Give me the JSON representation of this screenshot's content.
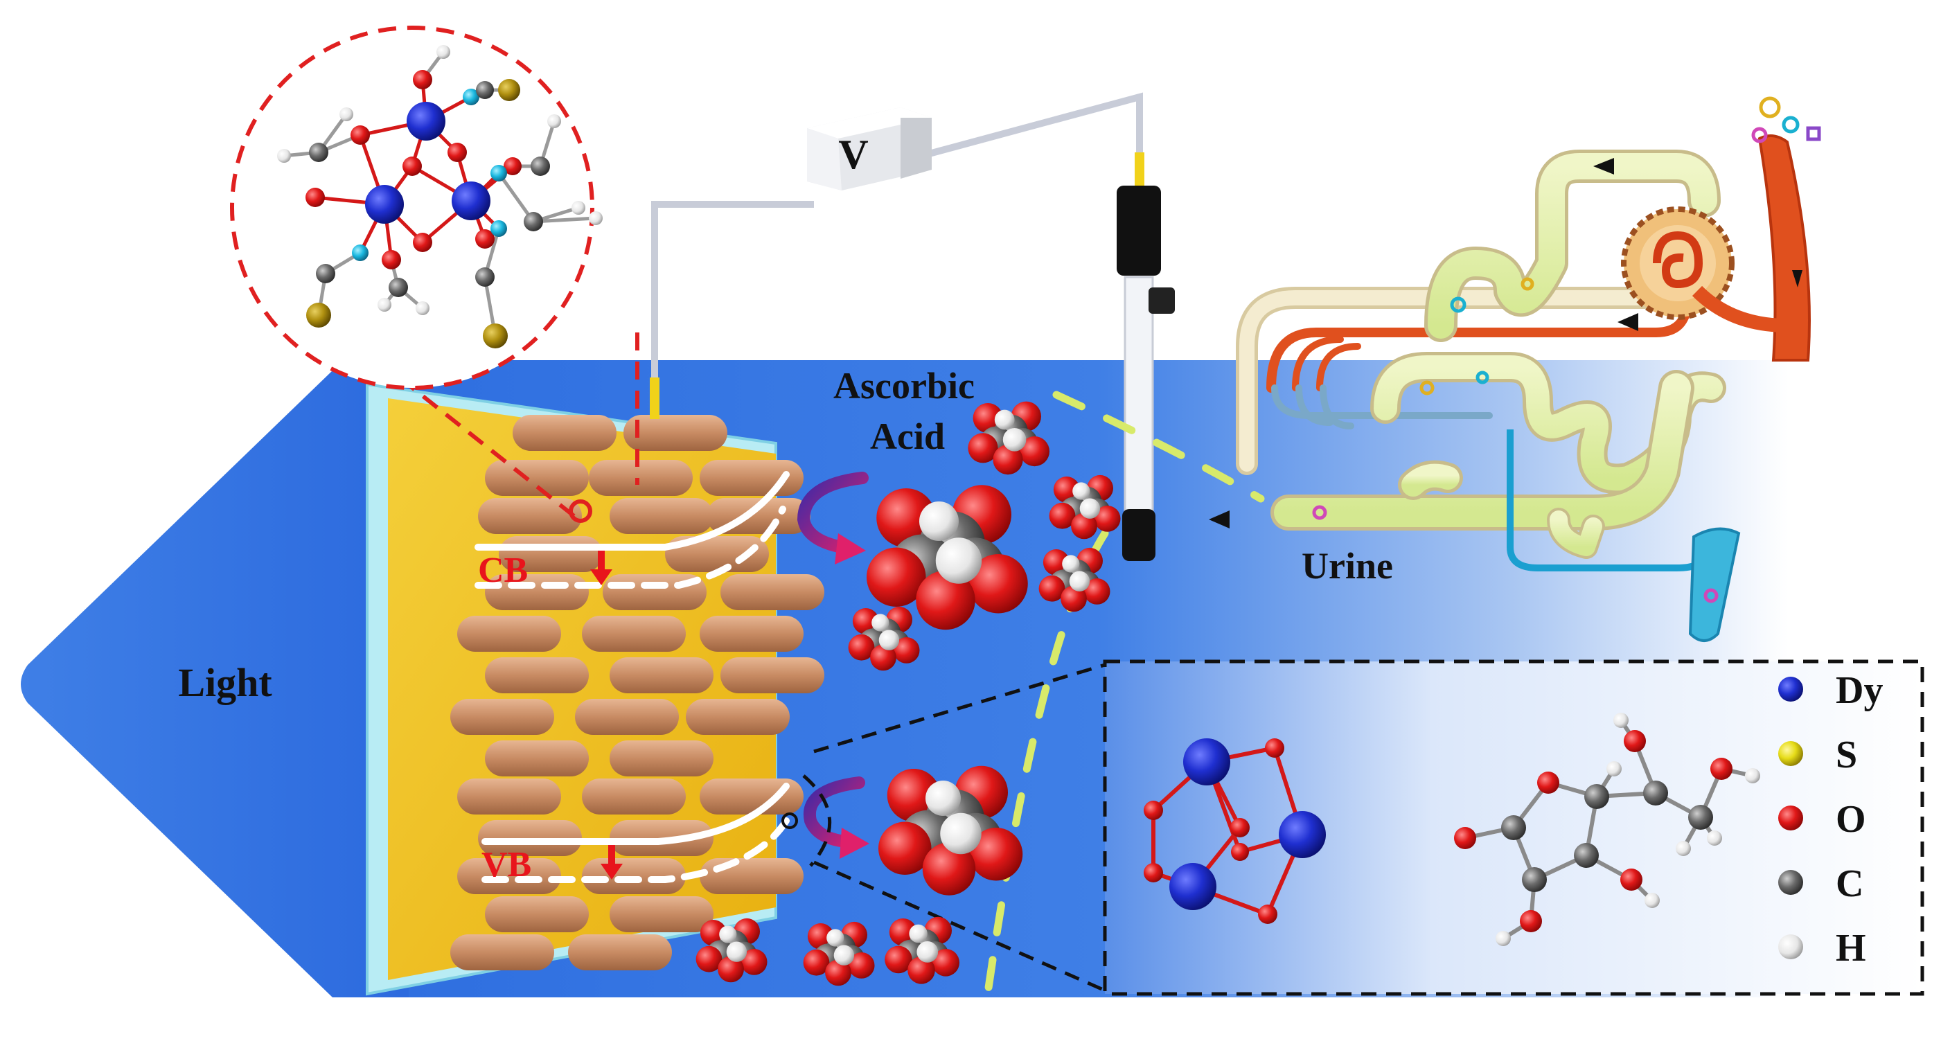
{
  "labels": {
    "light": "Light",
    "voltage": "V",
    "analyte_line1": "Ascorbic",
    "analyte_line2": "Acid",
    "urine": "Urine",
    "cb": "CB",
    "vb": "VB"
  },
  "legend": {
    "items": [
      {
        "symbol": "Dy",
        "color": "#1f2fb8"
      },
      {
        "symbol": "S",
        "color": "#e8e020"
      },
      {
        "symbol": "O",
        "color": "#d41818"
      },
      {
        "symbol": "C",
        "color": "#555555"
      },
      {
        "symbol": "H",
        "color": "#eeeeee"
      }
    ]
  },
  "colors": {
    "background_blue": "#3a7ee8",
    "electrode_gold": "#f2c320",
    "rod_copper": "#c98b63",
    "band_red": "#e8141c",
    "annotation_red": "#e02020",
    "guide_yellow": "#d8ea6a",
    "wire": "#c8ccd8"
  },
  "icons": {
    "light": "arrow-left-icon",
    "meter": "voltmeter-box-icon",
    "electrode": "reference-electrode-icon",
    "molecule": "ascorbic-acid-molecule-icon",
    "cluster": "dy-cluster-icon",
    "kidney": "nephron-icon"
  }
}
